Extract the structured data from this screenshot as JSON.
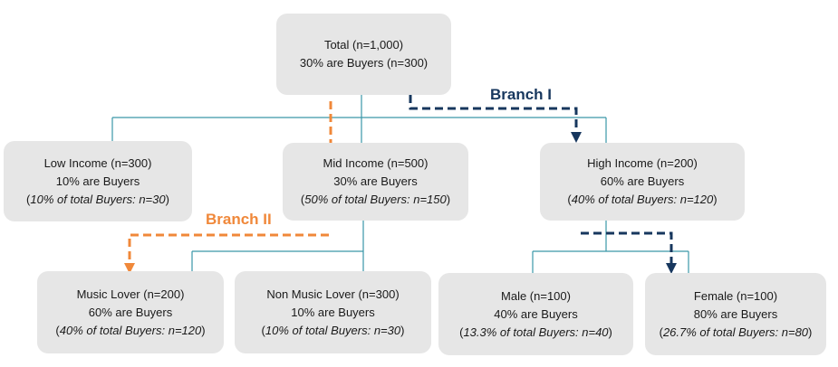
{
  "colors": {
    "node_bg": "#e6e6e6",
    "connector": "#3a97a8",
    "branch1": "#17375e",
    "branch2": "#f0883a"
  },
  "branches": {
    "branch1_label": "Branch I",
    "branch2_label": "Branch II"
  },
  "nodes": {
    "total": {
      "line1": "Total (n=1,000)",
      "line2": "30% are Buyers (n=300)"
    },
    "low_income": {
      "line1": "Low Income (n=300)",
      "line2": "10% are Buyers",
      "line3_open": "(",
      "line3_italic": "10% of total Buyers: n=30",
      "line3_close": ")"
    },
    "mid_income": {
      "line1": "Mid Income (n=500)",
      "line2": "30% are Buyers",
      "line3_open": "(",
      "line3_italic": "50% of total Buyers: n=150",
      "line3_close": ")"
    },
    "high_income": {
      "line1": "High Income (n=200)",
      "line2": "60% are Buyers",
      "line3_open": "(",
      "line3_italic": "40% of total Buyers: n=120",
      "line3_close": ")"
    },
    "music_lover": {
      "line1": "Music Lover (n=200)",
      "line2": "60% are Buyers",
      "line3_open": "(",
      "line3_italic": "40% of total Buyers: n=120",
      "line3_close": ")"
    },
    "non_music_lover": {
      "line1": "Non Music Lover (n=300)",
      "line2": "10% are Buyers",
      "line3_open": "(",
      "line3_italic": "10% of total Buyers: n=30",
      "line3_close": ")"
    },
    "male": {
      "line1": "Male (n=100)",
      "line2": "40% are Buyers",
      "line3_open": "(",
      "line3_italic": "13.3% of total Buyers: n=40",
      "line3_close": ")"
    },
    "female": {
      "line1": "Female (n=100)",
      "line2": "80% are Buyers",
      "line3_open": "(",
      "line3_italic": "26.7% of total Buyers: n=80",
      "line3_close": ")"
    }
  }
}
